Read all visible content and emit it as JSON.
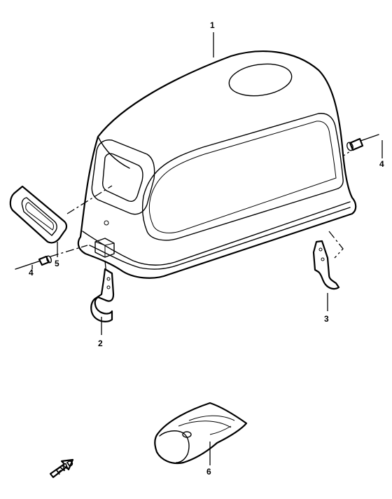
{
  "callouts": [
    {
      "id": "cover",
      "number": "1"
    },
    {
      "id": "bracket-left",
      "number": "2"
    },
    {
      "id": "bracket-right",
      "number": "3"
    },
    {
      "id": "rivet-right",
      "number": "4"
    },
    {
      "id": "rivet-left",
      "number": "4"
    },
    {
      "id": "seal",
      "number": "5"
    },
    {
      "id": "pouch",
      "number": "6"
    }
  ],
  "fwd_arrow": {
    "label": "FWD"
  }
}
